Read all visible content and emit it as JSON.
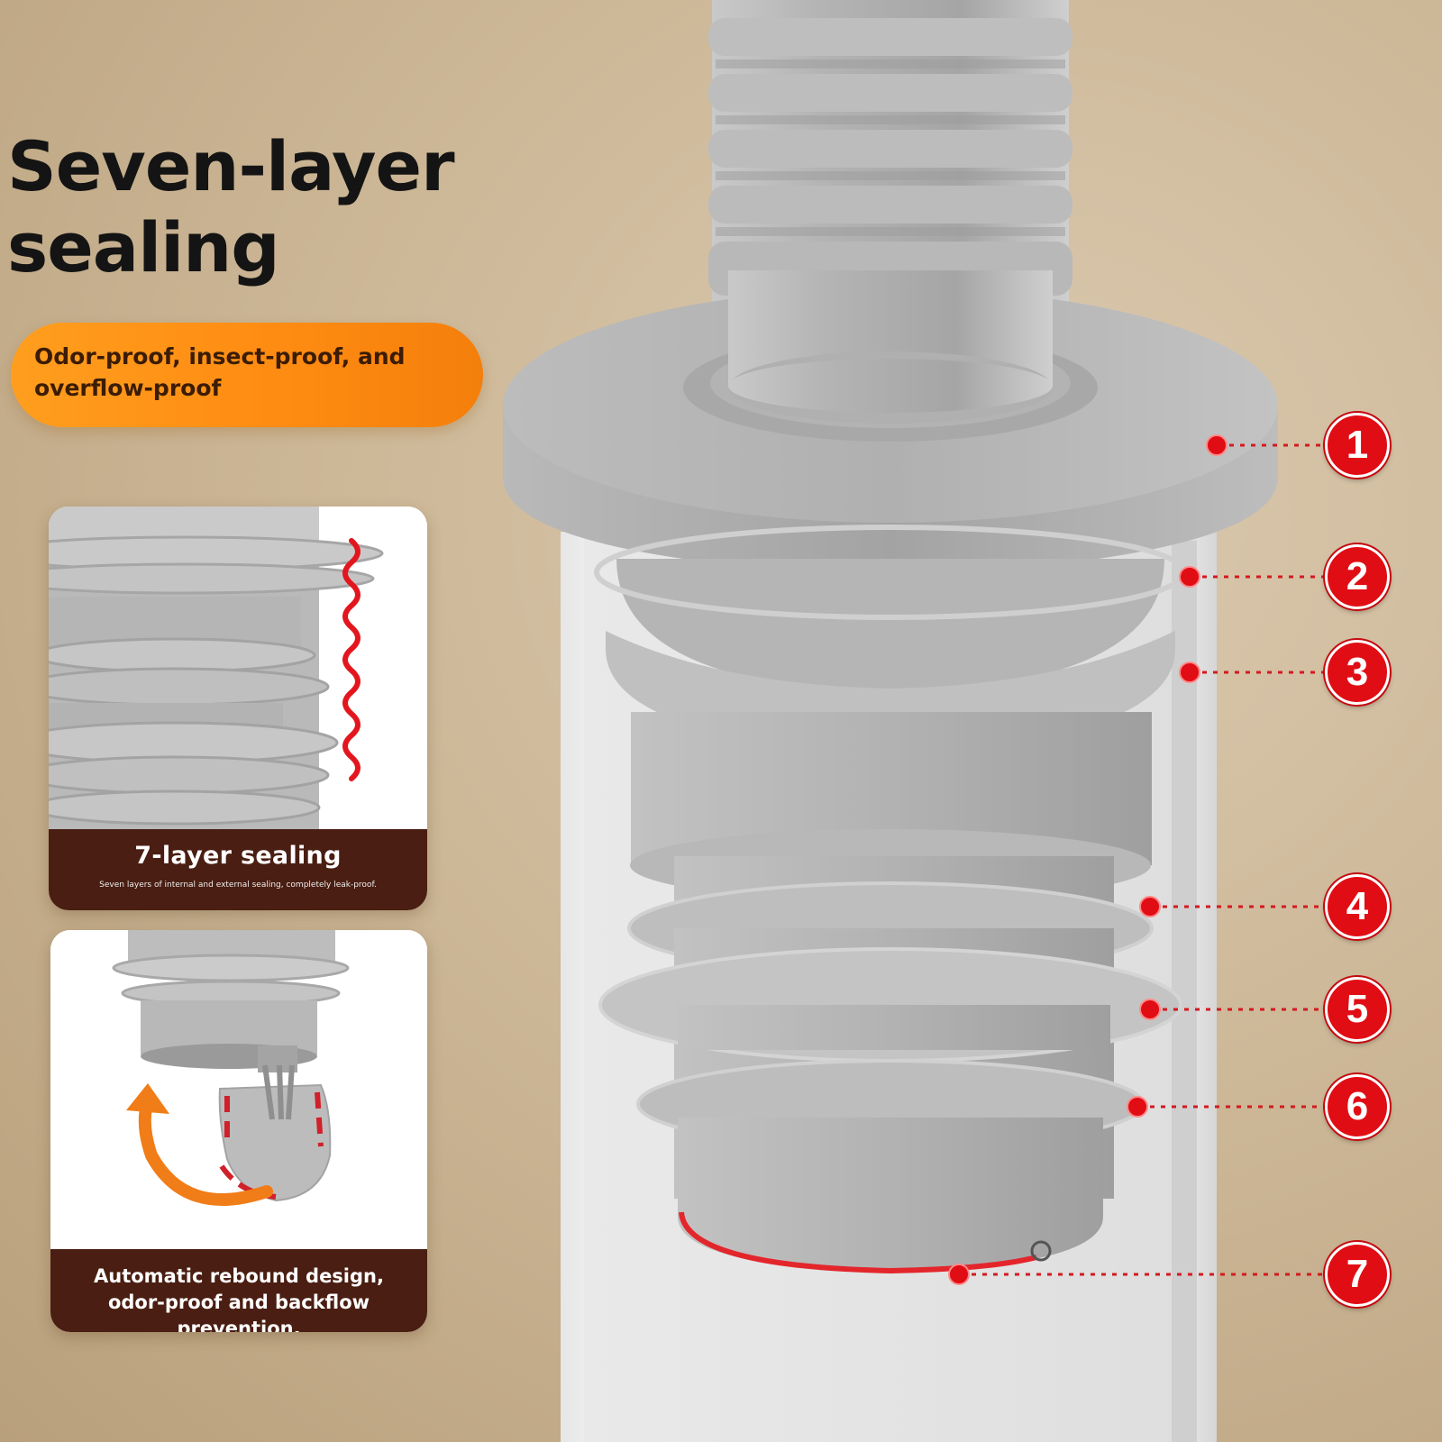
{
  "headline": "Seven-layer sealing",
  "features_pill": "Odor-proof, insect-proof, and overflow-proof",
  "card_sealing": {
    "title": "7-layer sealing",
    "subtitle": "Seven layers of internal and external sealing, completely leak-proof."
  },
  "card_rebound": {
    "caption": "Automatic rebound design, odor-proof and backflow prevention."
  },
  "layer_labels": [
    "1",
    "2",
    "3",
    "4",
    "5",
    "6",
    "7"
  ],
  "colors": {
    "accent_red": "#e10d14",
    "pill_orange": "#ff9215",
    "card_footer_brown": "#4a1e12",
    "product_gray": "#a9a9a9"
  },
  "icons": [
    "wavy-line-icon",
    "curved-arrow-icon"
  ]
}
